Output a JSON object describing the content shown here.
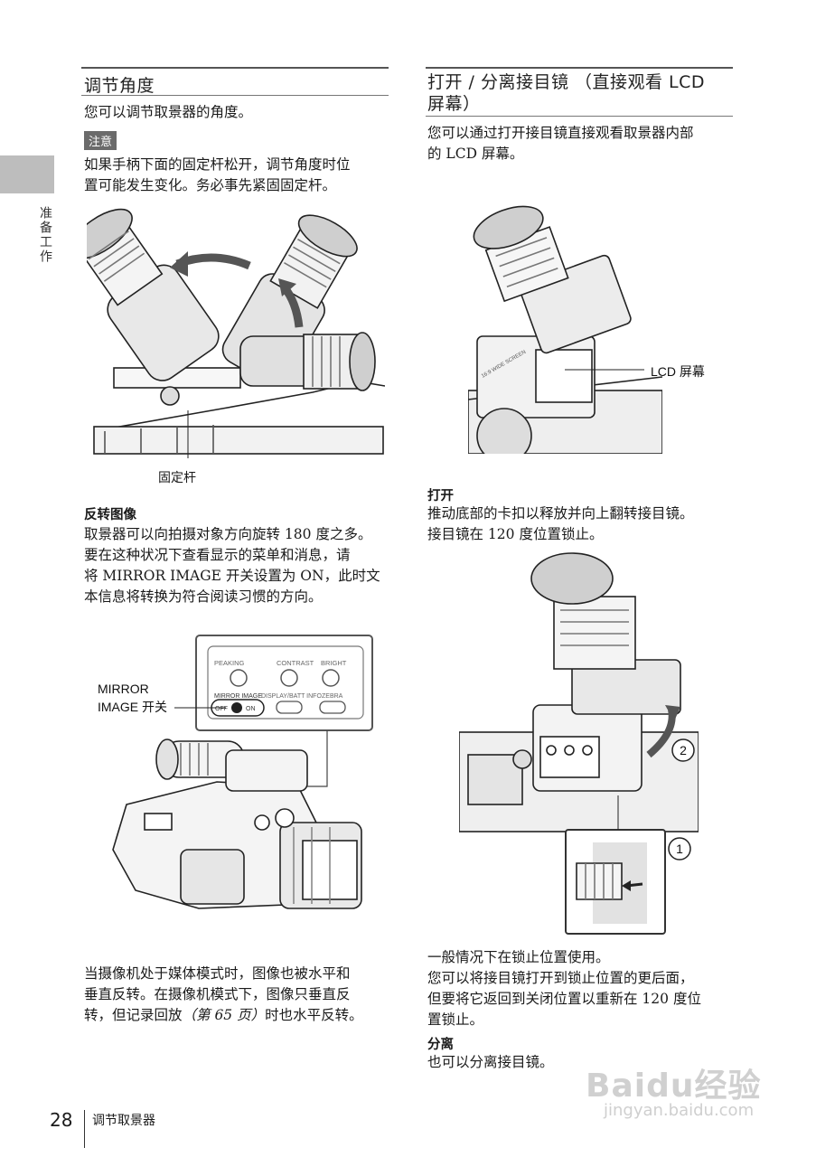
{
  "side_tab": {
    "label": "准备工作"
  },
  "left": {
    "section_title": "调节角度",
    "intro": "您可以调节取景器的角度。",
    "note_badge": "注意",
    "note_lines": [
      "如果手柄下面的固定杆松开，调节角度时位",
      "置可能发生变化。务必事先紧固固定杆。"
    ],
    "fig1_label": "固定杆",
    "sub_title": "反转图像",
    "sub_lines": [
      "取景器可以向拍摄对象方向旋转 180 度之多。",
      "要在这种状况下查看显示的菜单和消息，请",
      "将 MIRROR IMAGE 开关设置为 ON，此时文",
      "本信息将转换为符合阅读习惯的方向。"
    ],
    "fig2_callout_lines": [
      "MIRROR",
      "IMAGE 开关"
    ],
    "panel": {
      "peaking": "PEAKING",
      "contrast": "CONTRAST",
      "bright": "BRIGHT",
      "mirror_image": "MIRROR IMAGE",
      "display_batt_info": "DISPLAY/BATT INFO",
      "zebra": "ZEBRA",
      "off": "OFF",
      "on": "ON"
    },
    "bottom_lines": [
      "当摄像机处于媒体模式时，图像也被水平和",
      "垂直反转。在摄像机模式下，图像只垂直反",
      "转，但记录回放"
    ],
    "bottom_ref": "（第 65 页）",
    "bottom_tail": "时也水平反转。"
  },
  "right": {
    "section_title_lines": [
      "打开 / 分离接目镜 （直接观看 LCD",
      "屏幕）"
    ],
    "intro_lines": [
      "您可以通过打开接目镜直接观看取景器内部",
      "的 LCD 屏幕。"
    ],
    "fig3_callout": "LCD 屏幕",
    "fig3_screen_text": "16:9 WIDE SCREEN",
    "open_title": "打开",
    "open_lines": [
      "推动底部的卡扣以释放并向上翻转接目镜。",
      "接目镜在 120 度位置锁止。"
    ],
    "step1": "1",
    "step2": "2",
    "after_lines": [
      "一般情况下在锁止位置使用。",
      "您可以将接目镜打开到锁止位置的更后面，",
      "但要将它返回到关闭位置以重新在 120 度位",
      "置锁止。"
    ],
    "detach_title": "分离",
    "detach_line": "也可以分离接目镜。"
  },
  "footer": {
    "page_number": "28",
    "section": "调节取景器"
  },
  "watermark": {
    "brand": "Baidu经验",
    "url": "jingyan.baidu.com"
  }
}
